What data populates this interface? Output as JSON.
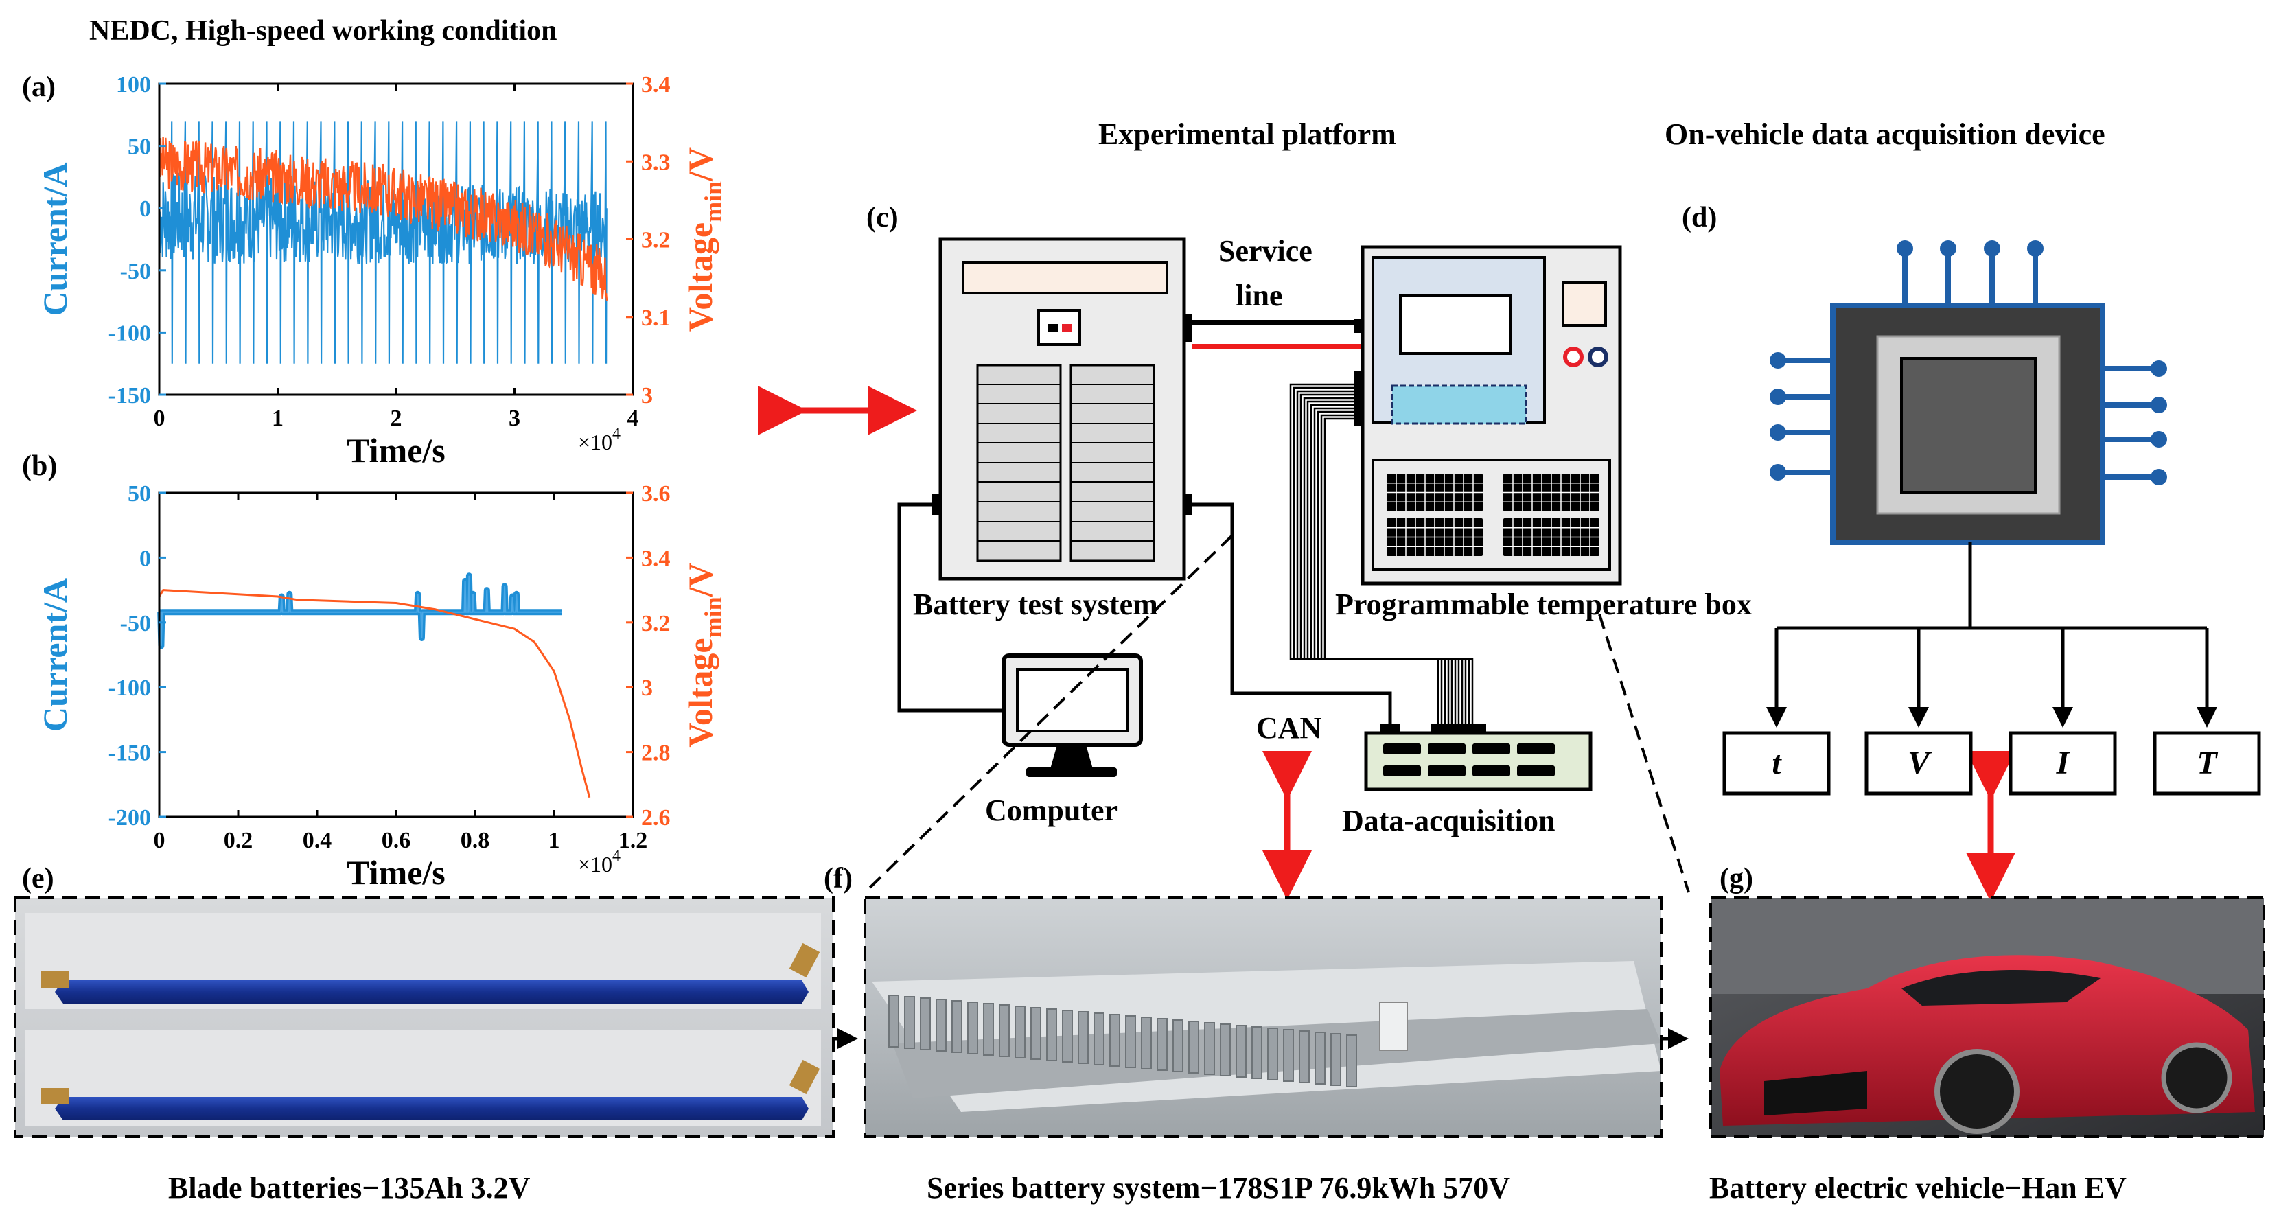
{
  "chart_title": "NEDC, High-speed working condition",
  "panel_labels": {
    "a": "(a)",
    "b": "(b)",
    "c": "(c)",
    "d": "(d)",
    "e": "(e)",
    "f": "(f)",
    "g": "(g)"
  },
  "section_titles": {
    "experimental": "Experimental platform",
    "onvehicle": "On-vehicle data acquisition device"
  },
  "chart_data": [
    {
      "type": "line",
      "panel": "a",
      "xlabel": "Time/s",
      "x_multiplier": "×10",
      "x_multiplier_exp": "4",
      "ylabel_left": "Current/A",
      "ylabel_right_main": "Voltage",
      "ylabel_right_sub": "min",
      "ylabel_right_unit": "/V",
      "xlim": [
        0,
        4
      ],
      "xticks": [
        "0",
        "1",
        "2",
        "3",
        "4"
      ],
      "ylim_left": [
        -150,
        100
      ],
      "yticks_left": [
        "100",
        "50",
        "0",
        "-50",
        "-100",
        "-150"
      ],
      "ylim_right": [
        3.0,
        3.4
      ],
      "yticks_right": [
        "3.4",
        "3.3",
        "3.2",
        "3.1",
        "3"
      ],
      "series": [
        {
          "name": "Current/A",
          "axis": "left",
          "color": "#1f8fd6",
          "pattern": "NEDC cycles",
          "x_end": 3.78,
          "cycles": 33,
          "peak_max": [
            70,
            70
          ],
          "peak_min": [
            -125,
            -125
          ],
          "body_high": [
            30,
            15
          ],
          "body_low": [
            -45,
            -45
          ]
        },
        {
          "name": "Voltage_min/V",
          "axis": "right",
          "color": "#ff5a1f",
          "x_end": 3.78,
          "points": [
            [
              0.0,
              3.3
            ],
            [
              0.5,
              3.29
            ],
            [
              1.0,
              3.28
            ],
            [
              1.5,
              3.27
            ],
            [
              2.0,
              3.26
            ],
            [
              2.5,
              3.24
            ],
            [
              3.0,
              3.22
            ],
            [
              3.4,
              3.19
            ],
            [
              3.78,
              3.15
            ]
          ],
          "band": 0.035
        }
      ]
    },
    {
      "type": "line",
      "panel": "b",
      "xlabel": "Time/s",
      "x_multiplier": "×10",
      "x_multiplier_exp": "4",
      "ylabel_left": "Current/A",
      "ylabel_right_main": "Voltage",
      "ylabel_right_sub": "min",
      "ylabel_right_unit": "/V",
      "xlim": [
        0,
        1.2
      ],
      "xticks": [
        "0",
        "0.2",
        "0.4",
        "0.6",
        "0.8",
        "1",
        "1.2"
      ],
      "ylim_left": [
        -200,
        50
      ],
      "yticks_left": [
        "50",
        "0",
        "-50",
        "-100",
        "-150",
        "-200"
      ],
      "ylim_right": [
        2.6,
        3.6
      ],
      "yticks_right": [
        "3.6",
        "3.4",
        "3.2",
        "3",
        "2.8",
        "2.6"
      ],
      "series": [
        {
          "name": "Current/A",
          "axis": "left",
          "color": "#1f8fd6",
          "base": -42,
          "x_end": 1.02,
          "spikes": [
            [
              0.005,
              -68
            ],
            [
              0.31,
              -30
            ],
            [
              0.33,
              -28
            ],
            [
              0.655,
              -28
            ],
            [
              0.665,
              -62
            ],
            [
              0.775,
              -18
            ],
            [
              0.785,
              -14
            ],
            [
              0.795,
              -28
            ],
            [
              0.83,
              -25
            ],
            [
              0.875,
              -22
            ],
            [
              0.895,
              -30
            ],
            [
              0.905,
              -28
            ]
          ]
        },
        {
          "name": "Voltage_min/V",
          "axis": "right",
          "color": "#ff5a1f",
          "points": [
            [
              0.0,
              3.28
            ],
            [
              0.01,
              3.3
            ],
            [
              0.3,
              3.28
            ],
            [
              0.35,
              3.27
            ],
            [
              0.6,
              3.26
            ],
            [
              0.7,
              3.24
            ],
            [
              0.8,
              3.21
            ],
            [
              0.9,
              3.18
            ],
            [
              0.95,
              3.14
            ],
            [
              1.0,
              3.05
            ],
            [
              1.04,
              2.9
            ],
            [
              1.07,
              2.75
            ],
            [
              1.09,
              2.66
            ]
          ]
        }
      ]
    }
  ],
  "diagram": {
    "battery_test_system": "Battery test system",
    "service_line": [
      "Service",
      "line"
    ],
    "programmable_box": "Programmable temperature box",
    "computer": "Computer",
    "can": "CAN",
    "data_acquisition": "Data-acquisition",
    "variables": [
      "t",
      "V",
      "I",
      "T"
    ]
  },
  "captions": {
    "e": "Blade batteries−135Ah 3.2V",
    "f": "Series battery system−178S1P 76.9kWh 570V",
    "g": "Battery electric vehicle−Han EV"
  },
  "colors": {
    "current_blue": "#1f8fd6",
    "voltage_orange": "#ff5a1f",
    "arrow_red": "#ee1c1c",
    "chip_blue": "#1f5fa8",
    "box_gray": "#ececec"
  }
}
